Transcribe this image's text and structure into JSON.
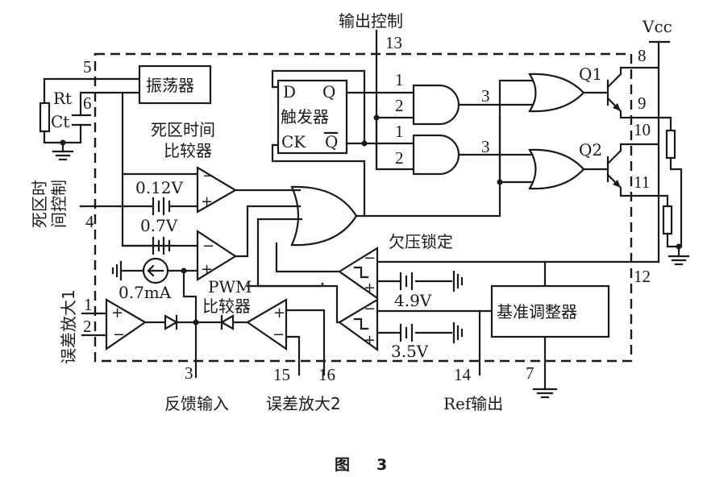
{
  "figure": {
    "caption_label": "图",
    "caption_number": "3"
  },
  "supply": {
    "vcc_label": "Vcc"
  },
  "blocks": {
    "oscillator": "振荡器",
    "flipflop_title": "触发器",
    "flipflop_d": "D",
    "flipflop_q": "Q",
    "flipflop_ck": "CK",
    "flipflop_qbar": "Q",
    "deadtime_comparator_line1": "死区时间",
    "deadtime_comparator_line2": "比较器",
    "pwm_comparator_line1": "PWM",
    "pwm_comparator_line2": "比较器",
    "uvlo": "欠压锁定",
    "reference_regulator": "基准调整器"
  },
  "sources": {
    "v_deadtime_offset": "0.12V",
    "v_pwm_offset": "0.7V",
    "current_source": "0.7mA",
    "v_uvlo_upper": "4.9V",
    "v_uvlo_lower": "3.5V"
  },
  "components": {
    "rt": "Rt",
    "ct": "Ct",
    "q1": "Q1",
    "q2": "Q2"
  },
  "gate_pins": {
    "in1": "1",
    "in2": "2",
    "out": "3"
  },
  "pins": {
    "p1": "1",
    "p2": "2",
    "p3": "3",
    "p4": "4",
    "p5": "5",
    "p6": "6",
    "p7": "7",
    "p8": "8",
    "p9": "9",
    "p10": "10",
    "p11": "11",
    "p12": "12",
    "p13": "13",
    "p14": "14",
    "p15": "15",
    "p16": "16"
  },
  "pin_labels": {
    "output_control": "输出控制",
    "deadtime_control_line1": "死区时",
    "deadtime_control_line2": "间控制",
    "error_amp1": "误差放大1",
    "feedback_input": "反馈输入",
    "error_amp2": "误差放大2",
    "ref_output": "Ref输出"
  },
  "amp_signs": {
    "plus": "+",
    "minus": "−"
  }
}
